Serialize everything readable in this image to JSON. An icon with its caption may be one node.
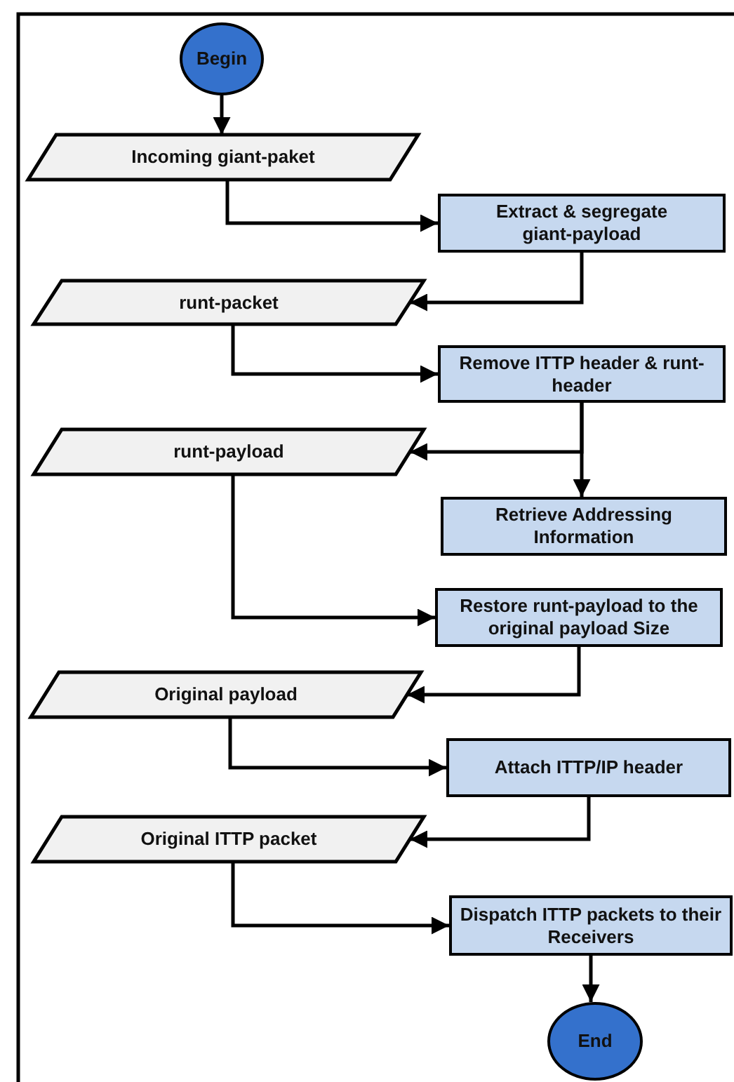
{
  "diagram": {
    "nodes": [
      {
        "text": [
          "Begin"
        ]
      },
      {
        "text": [
          "Incoming giant-paket"
        ]
      },
      {
        "text": [
          "Extract & segregate giant-payload"
        ]
      },
      {
        "text": [
          "runt-packet"
        ]
      },
      {
        "text": [
          "Remove ITTP header & runt-header"
        ]
      },
      {
        "text": [
          "runt-payload"
        ]
      },
      {
        "text": [
          "Retrieve Addressing Information"
        ]
      },
      {
        "text": [
          "Restore runt-payload to the original payload Size"
        ]
      },
      {
        "text": [
          "Original payload"
        ]
      },
      {
        "text": [
          "Attach ITTP/IP header"
        ]
      },
      {
        "text": [
          "Original ITTP packet"
        ]
      },
      {
        "text": [
          "Dispatch ITTP packets to their Receivers"
        ]
      },
      {
        "text": [
          "End"
        ]
      }
    ],
    "edges": [
      {
        "from": 0,
        "to": 1,
        "arrow": "to"
      },
      {
        "from": 1,
        "to": 2,
        "arrow": "to"
      },
      {
        "from": 2,
        "to": 3,
        "arrow": "to"
      },
      {
        "from": 3,
        "to": 4,
        "arrow": "to"
      },
      {
        "from": 4,
        "to": 5,
        "arrow": "to"
      },
      {
        "from": 4,
        "to": 6,
        "arrow": "to"
      },
      {
        "from": 5,
        "to": 7,
        "arrow": "to"
      },
      {
        "from": 7,
        "to": 8,
        "arrow": "to"
      },
      {
        "from": 8,
        "to": 9,
        "arrow": "to"
      },
      {
        "from": 9,
        "to": 10,
        "arrow": "to"
      },
      {
        "from": 10,
        "to": 11,
        "arrow": "to"
      },
      {
        "from": 11,
        "to": 12,
        "arrow": "to"
      }
    ]
  }
}
